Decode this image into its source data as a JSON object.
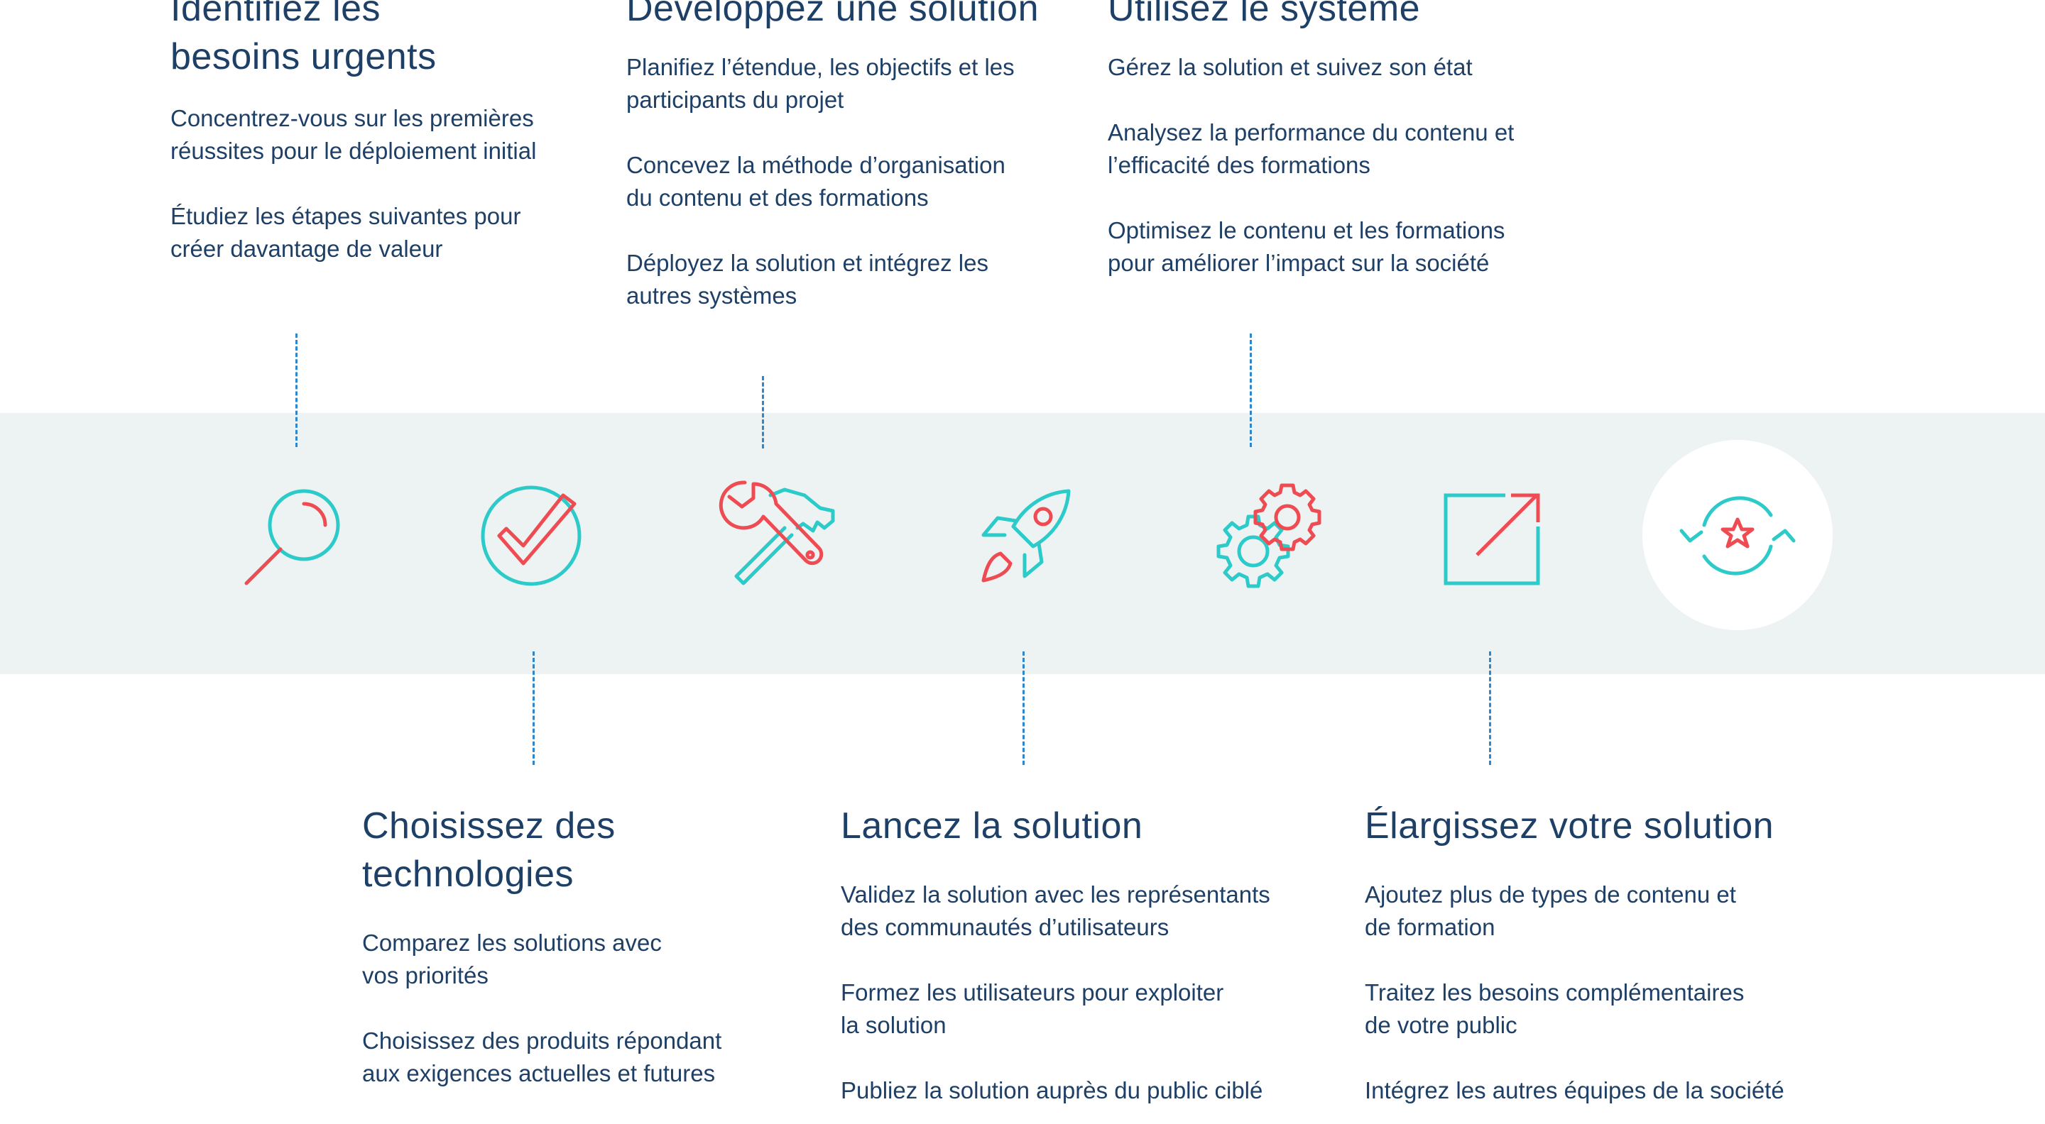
{
  "colors": {
    "navy": "#1e3f66",
    "teal": "#2ccac8",
    "coral": "#ef4b52",
    "dash": "#2f86c8",
    "band": "#edf3f2"
  },
  "steps": {
    "identify": {
      "title_lines": [
        "Identifiez les",
        "besoins urgents"
      ],
      "items": [
        [
          "Concentrez-vous sur les premières",
          "réussites pour le déploiement initial"
        ],
        [
          "Étudiez les étapes suivantes pour",
          "créer davantage de valeur"
        ]
      ]
    },
    "choose": {
      "title_lines": [
        "Choisissez des",
        "technologies"
      ],
      "items": [
        [
          "Comparez les solutions avec",
          "vos priorités"
        ],
        [
          "Choisissez des produits répondant",
          "aux exigences actuelles et futures"
        ]
      ]
    },
    "develop": {
      "title_lines": [
        "Développez une solution"
      ],
      "items": [
        [
          "Planifiez l’étendue, les objectifs et les",
          "participants du projet"
        ],
        [
          "Concevez la méthode d’organisation",
          "du contenu et des formations"
        ],
        [
          "Déployez la solution et intégrez les",
          "autres systèmes"
        ]
      ]
    },
    "launch": {
      "title_lines": [
        "Lancez la solution"
      ],
      "items": [
        [
          "Validez la solution avec les représentants",
          "des communautés d’utilisateurs"
        ],
        [
          "Formez les utilisateurs pour exploiter",
          "la solution"
        ],
        [
          "Publiez la solution auprès du public ciblé"
        ]
      ]
    },
    "use": {
      "title_lines": [
        "Utilisez le système"
      ],
      "items": [
        [
          "Gérez la solution et suivez son état"
        ],
        [
          "Analysez la performance du contenu et",
          "l’efficacité des formations"
        ],
        [
          "Optimisez le contenu et les formations",
          "pour améliorer l’impact sur la société"
        ]
      ]
    },
    "expand": {
      "title_lines": [
        "Élargissez votre solution"
      ],
      "items": [
        [
          "Ajoutez plus de types de contenu et",
          "de formation"
        ],
        [
          "Traitez les besoins complémentaires",
          "de votre public"
        ],
        [
          "Intégrez les autres équipes de la société"
        ]
      ]
    }
  },
  "icons": [
    "magnifier-icon",
    "checkmark-circle-icon",
    "tools-icon",
    "rocket-icon",
    "gears-icon",
    "expand-arrow-icon",
    "refresh-star-icon"
  ]
}
